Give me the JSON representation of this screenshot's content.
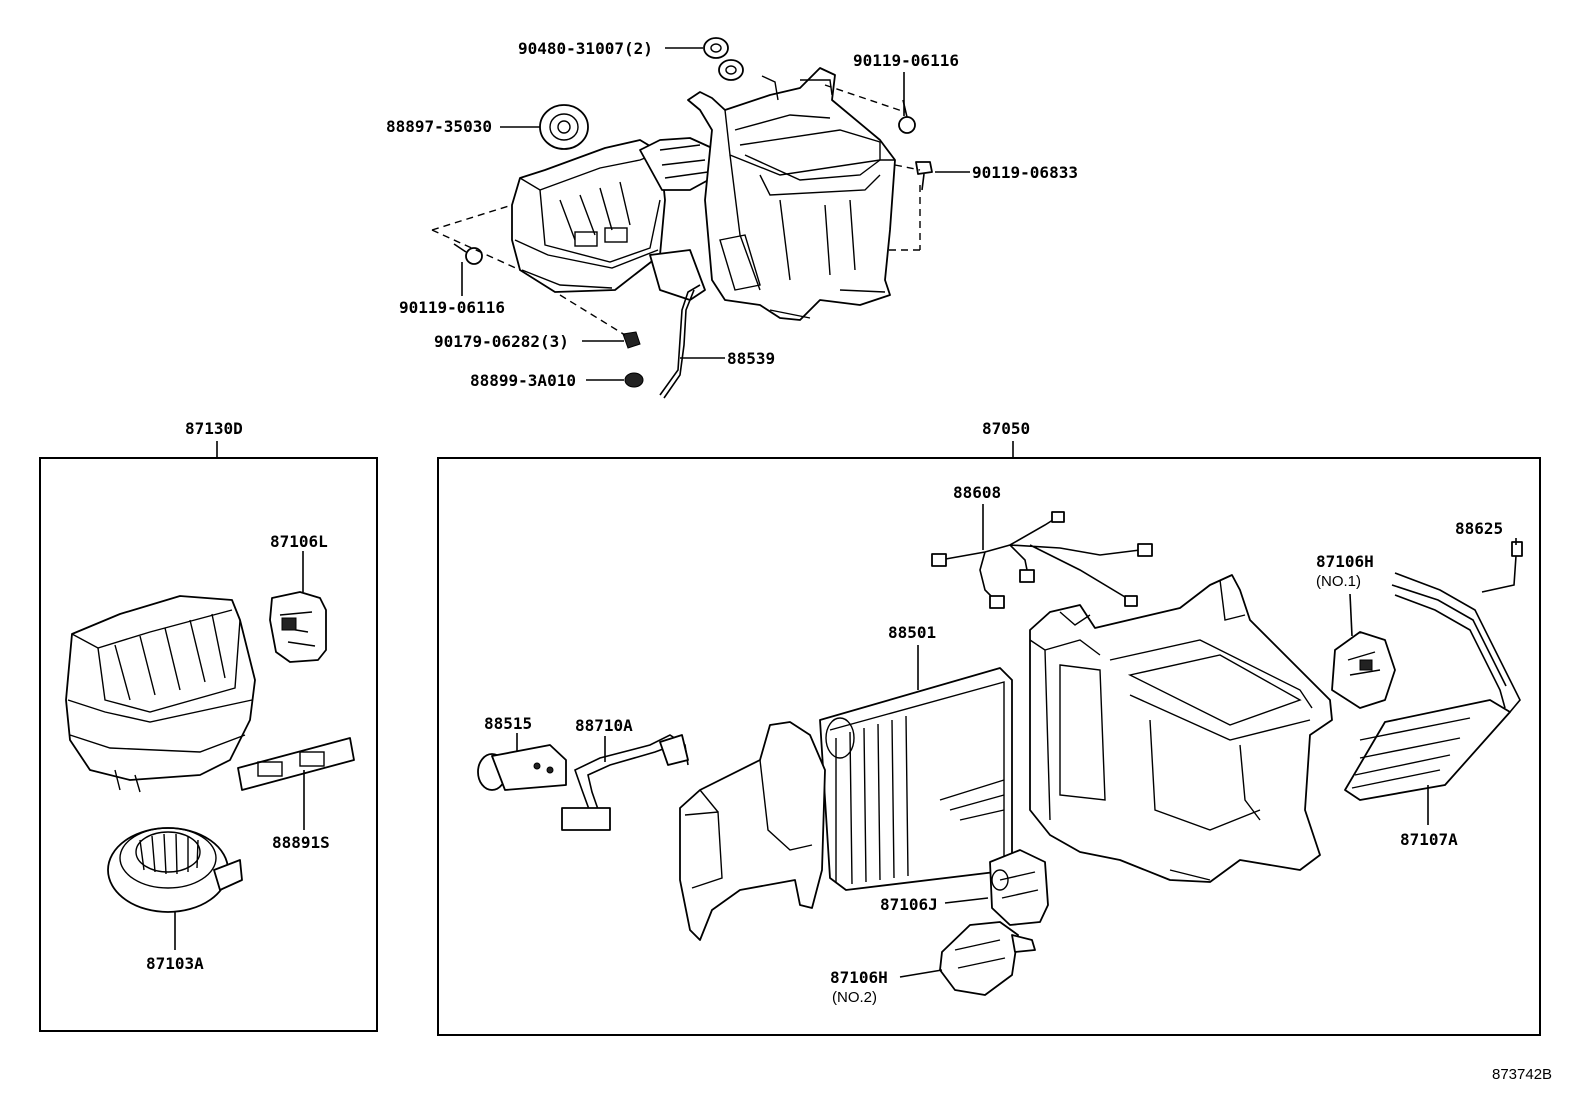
{
  "diagram_id": "873742B",
  "top_assembly": {
    "labels": {
      "p90480": "90480-31007(2)",
      "p90119_a": "90119-06116",
      "p88897": "88897-35030",
      "p90119_b": "90119-06833",
      "p90119_c": "90119-06116",
      "p90179": "90179-06282(3)",
      "p88539": "88539",
      "p88899": "88899-3A010"
    }
  },
  "left_group": {
    "title": "87130D",
    "labels": {
      "p87106L": "87106L",
      "p88891S": "88891S",
      "p87103A": "87103A"
    }
  },
  "right_group": {
    "title": "87050",
    "labels": {
      "p88608": "88608",
      "p88625": "88625",
      "p87106H1": "87106H",
      "p87106H1_sub": "(NO.1)",
      "p88501": "88501",
      "p88515": "88515",
      "p88710A": "88710A",
      "p87107A": "87107A",
      "p87106J": "87106J",
      "p87106H2": "87106H",
      "p87106H2_sub": "(NO.2)"
    }
  }
}
